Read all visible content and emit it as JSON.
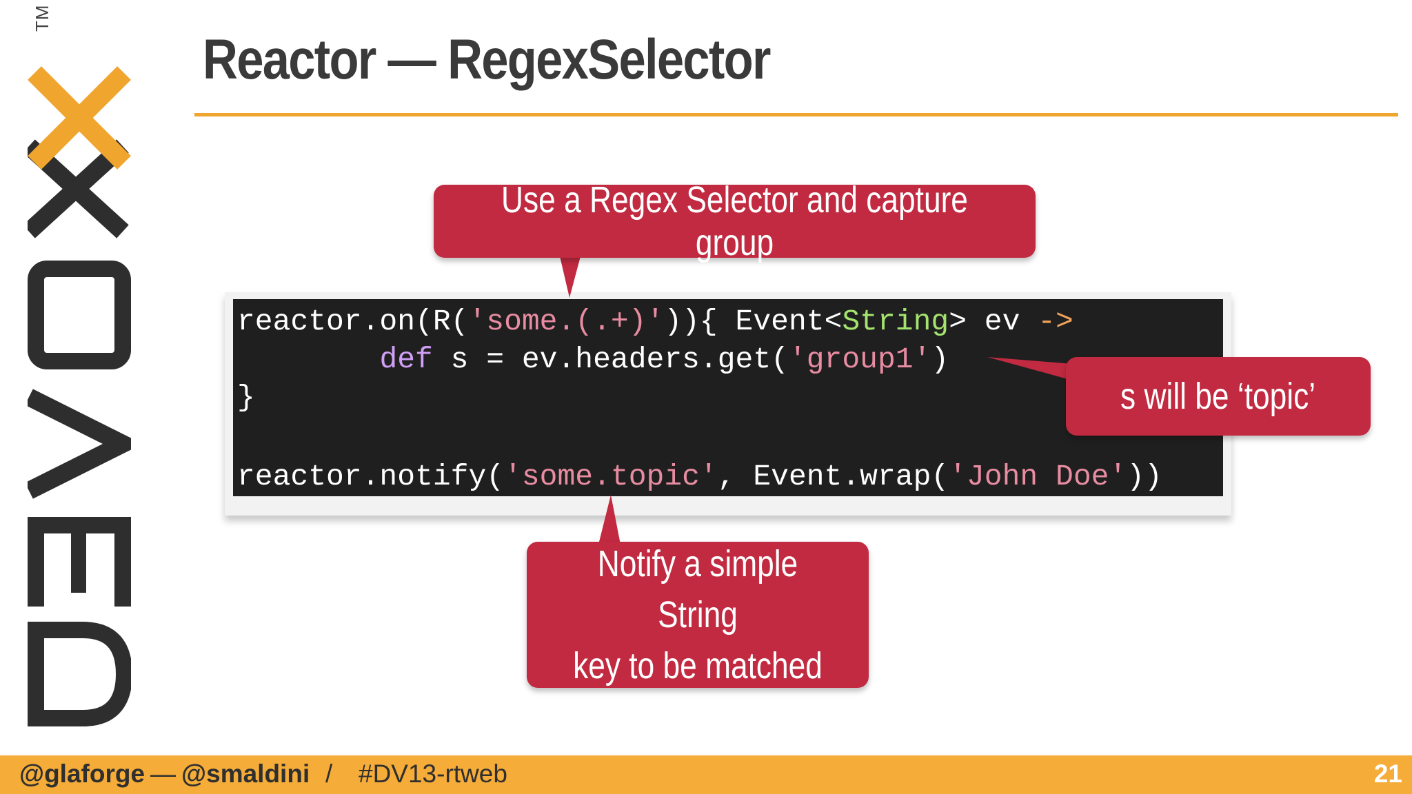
{
  "slide": {
    "title": "Reactor — RegexSelector",
    "page_number": "21",
    "colors": {
      "accent": "#f0a52f",
      "callout": "#c12a40",
      "code_bg": "#1f1f1f"
    }
  },
  "logo": {
    "text": "DEVOXX",
    "tm": "TM"
  },
  "code": {
    "line1": {
      "a": "reactor.on(R(",
      "b": "'some.(.+)'",
      "c": ")){ Event<",
      "d": "String",
      "e": "> ev ",
      "f": "->"
    },
    "line2": {
      "indent": "        ",
      "kw": "def",
      "a": " s = ev.headers.get(",
      "b": "'group1'",
      "c": ")"
    },
    "line3": {
      "a": "}"
    },
    "line4": {
      "a": "reactor.notify(",
      "b": "'some.topic'",
      "c": ", Event.wrap(",
      "d": "'John Doe'",
      "e": "))"
    }
  },
  "callouts": {
    "regex": "Use a Regex Selector and capture group",
    "topic": "s will be ‘topic’",
    "notify": "Notify a simple String\nkey to be matched"
  },
  "footer": {
    "handle1": "@glaforge",
    "dash": "—",
    "handle2": "@smaldini",
    "slash": "/",
    "hashtag": "#DV13-rtweb"
  }
}
